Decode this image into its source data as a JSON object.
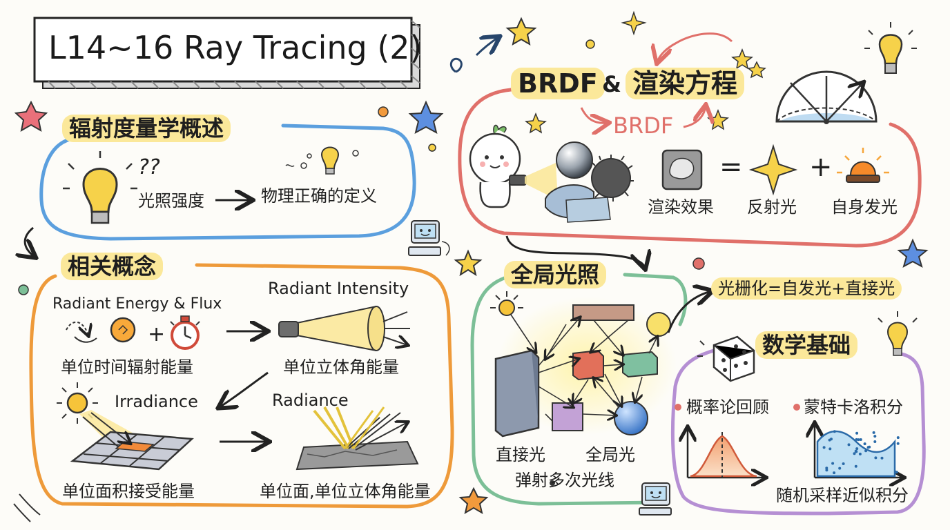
{
  "title": "L14~16 Ray Tracing (2)",
  "sections": {
    "radiometry": {
      "heading": "辐射度量学概述",
      "question": "??",
      "left_text": "光照强度",
      "right_text": "物理正确的定义"
    },
    "concepts": {
      "heading": "相关概念",
      "energy_label": "Radiant Energy & Flux",
      "energy_plus": "+",
      "energy_caption": "单位时间辐射能量",
      "intensity_label": "Radiant Intensity",
      "intensity_caption": "单位立体角能量",
      "irradiance_label": "Irradiance",
      "irradiance_caption": "单位面积接受能量",
      "radiance_label": "Radiance",
      "radiance_caption": "单位面,单位立体角能量"
    },
    "brdf": {
      "heading_a": "BRDF",
      "heading_amp": "&",
      "heading_b": "渲染方程",
      "sub_label": "BRDF",
      "equals": "=",
      "plus": "+",
      "eq_result": "渲染效果",
      "eq_reflect": "反射光",
      "eq_emit": "自身发光"
    },
    "global_illumination": {
      "heading": "全局光照",
      "direct": "直接光",
      "global": "全局光",
      "bounce": "弹射多次光线",
      "callout": "光栅化=自发光+直接光"
    },
    "math": {
      "heading": "数学基础",
      "item1": "概率论回顾",
      "item2": "蒙特卡洛积分",
      "caption": "随机采样近似积分"
    }
  },
  "colors": {
    "blue": "#5b9fde",
    "orange": "#ee9a3a",
    "red": "#e0706a",
    "green": "#7cbf97",
    "purple": "#b58fd3",
    "highlight": "#fbe89a"
  }
}
